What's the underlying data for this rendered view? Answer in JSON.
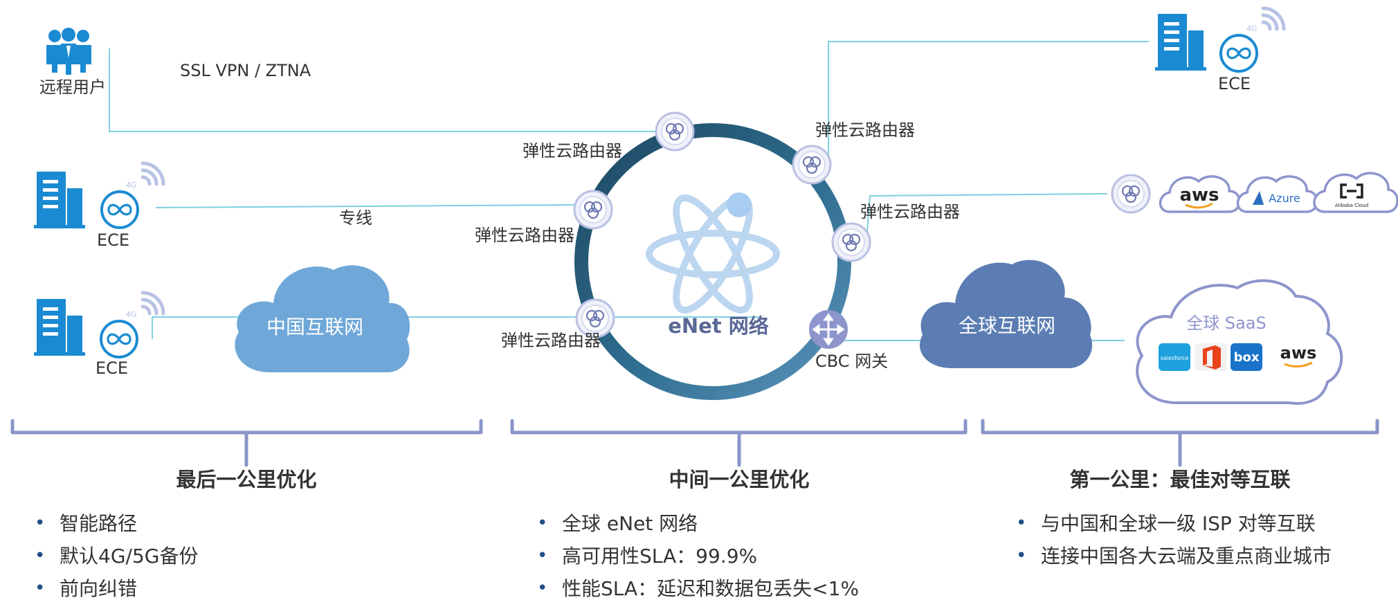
{
  "colors": {
    "line": "#7fd0e0",
    "bracket": "#8a95c9",
    "ring_dark": "#1f4b63",
    "ring_light": "#4f86aa",
    "cloud_cn": "#6fa8d8",
    "cloud_global": "#5b7db3",
    "building": "#1a8ad2",
    "saas_outline": "#8d95cc"
  },
  "labels": {
    "remote_users": "远程用户",
    "ssl_vpn": "SSL VPN / ZTNA",
    "dedicated_line": "专线",
    "router": "弹性云路由器",
    "ece": "ECE",
    "cloud_cn": "中国互联网",
    "cloud_global": "全球互联网",
    "enet": "eNet 网络",
    "cbc": "CBC 网关",
    "saas_title": "全球 SaaS",
    "aws": "aws",
    "azure": "Azure",
    "alibaba": "Alibaba Cloud",
    "salesforce": "salesforce",
    "box": "box",
    "signal_4g": "4G"
  },
  "sections": [
    {
      "title": "最后一公里优化",
      "items": [
        "智能路径",
        "默认4G/5G备份",
        "前向纠错"
      ]
    },
    {
      "title": "中间一公里优化",
      "items": [
        "全球 eNet 网络",
        "高可用性SLA：99.9%",
        "性能SLA：延迟和数据包丢失<1%"
      ]
    },
    {
      "title": "第一公里：最佳对等互联",
      "items": [
        "与中国和全球一级 ISP 对等互联",
        "连接中国各大云端及重点商业城市"
      ]
    }
  ],
  "icons": [
    "users-icon",
    "building-icon",
    "ece-infinity-icon",
    "wifi-signal-icon",
    "router-icon",
    "atom-icon",
    "gateway-arrows-icon",
    "office-icon"
  ]
}
